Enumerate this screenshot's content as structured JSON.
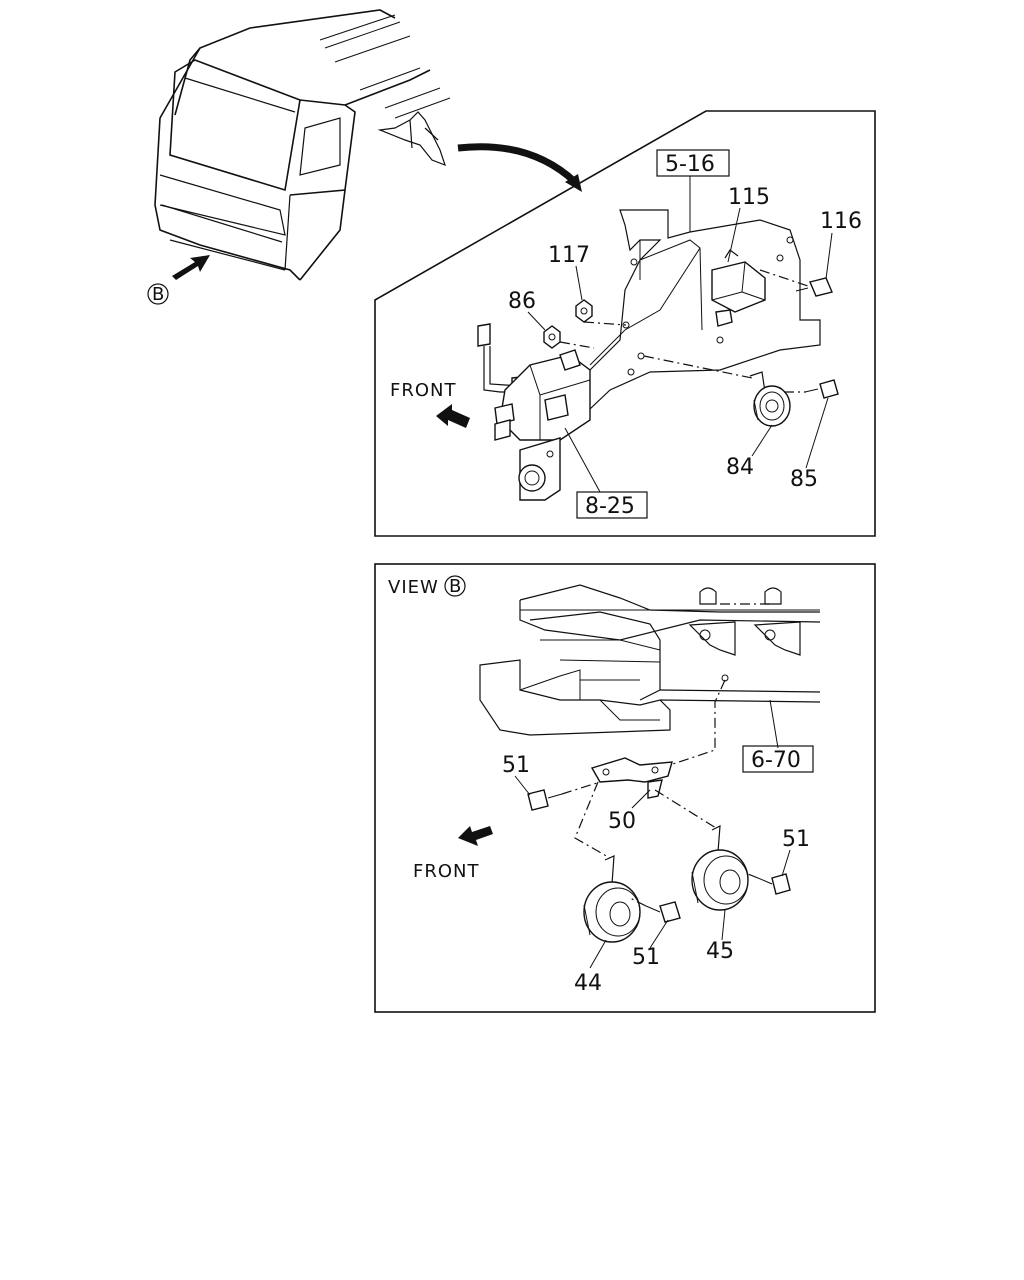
{
  "overview": {
    "view_marker": "B"
  },
  "upper_panel": {
    "front_label": "FRONT",
    "refs": {
      "r1": "5-16",
      "r2": "8-25"
    },
    "parts": {
      "p115": "115",
      "p116": "116",
      "p117": "117",
      "p86": "86",
      "p84": "84",
      "p85": "85"
    }
  },
  "lower_panel": {
    "view_label": "VIEW",
    "view_marker": "B",
    "front_label": "FRONT",
    "refs": {
      "r1": "6-70"
    },
    "parts": {
      "p51a": "51",
      "p50": "50",
      "p51b": "51",
      "p51c": "51",
      "p44": "44",
      "p45": "45"
    }
  }
}
